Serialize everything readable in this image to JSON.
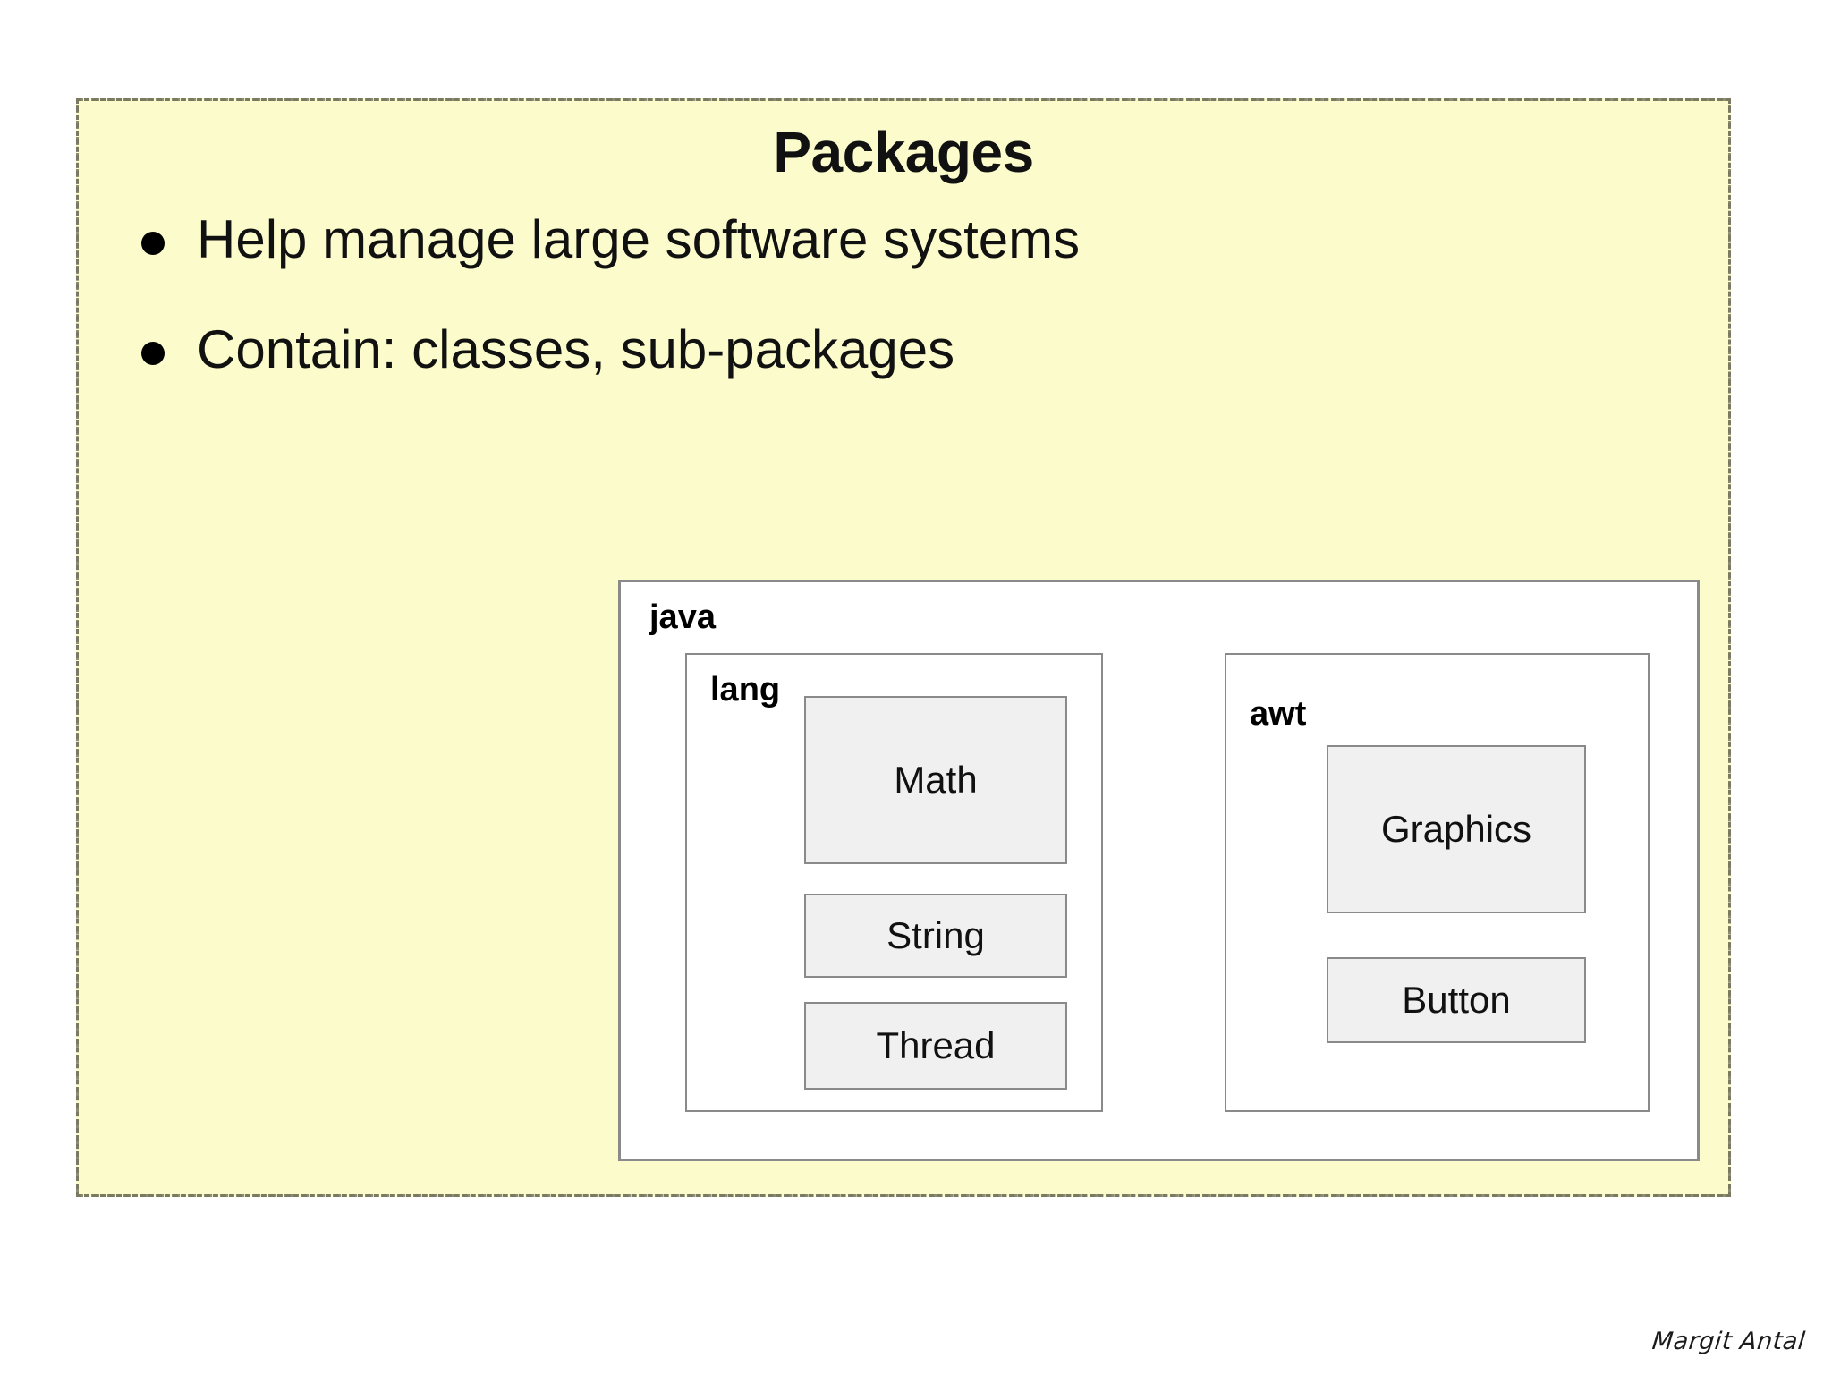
{
  "slide": {
    "title": "Packages",
    "background_color": "#fbfbcb",
    "border_color": "#7a7a62",
    "bullets": [
      {
        "text": "Help manage large software systems"
      },
      {
        "text": "Contain: classes, sub-packages"
      }
    ]
  },
  "diagram": {
    "root": {
      "label": "java",
      "fill": "#ffffff",
      "border": "#8a8a8a"
    },
    "subpackages": [
      {
        "label": "lang",
        "classes": [
          {
            "name": "Math"
          },
          {
            "name": "String"
          },
          {
            "name": "Thread"
          }
        ]
      },
      {
        "label": "awt",
        "classes": [
          {
            "name": "Graphics"
          },
          {
            "name": "Button"
          }
        ]
      }
    ],
    "class_fill": "#f0f0f0"
  },
  "footer": {
    "author": "Margit Antal"
  }
}
